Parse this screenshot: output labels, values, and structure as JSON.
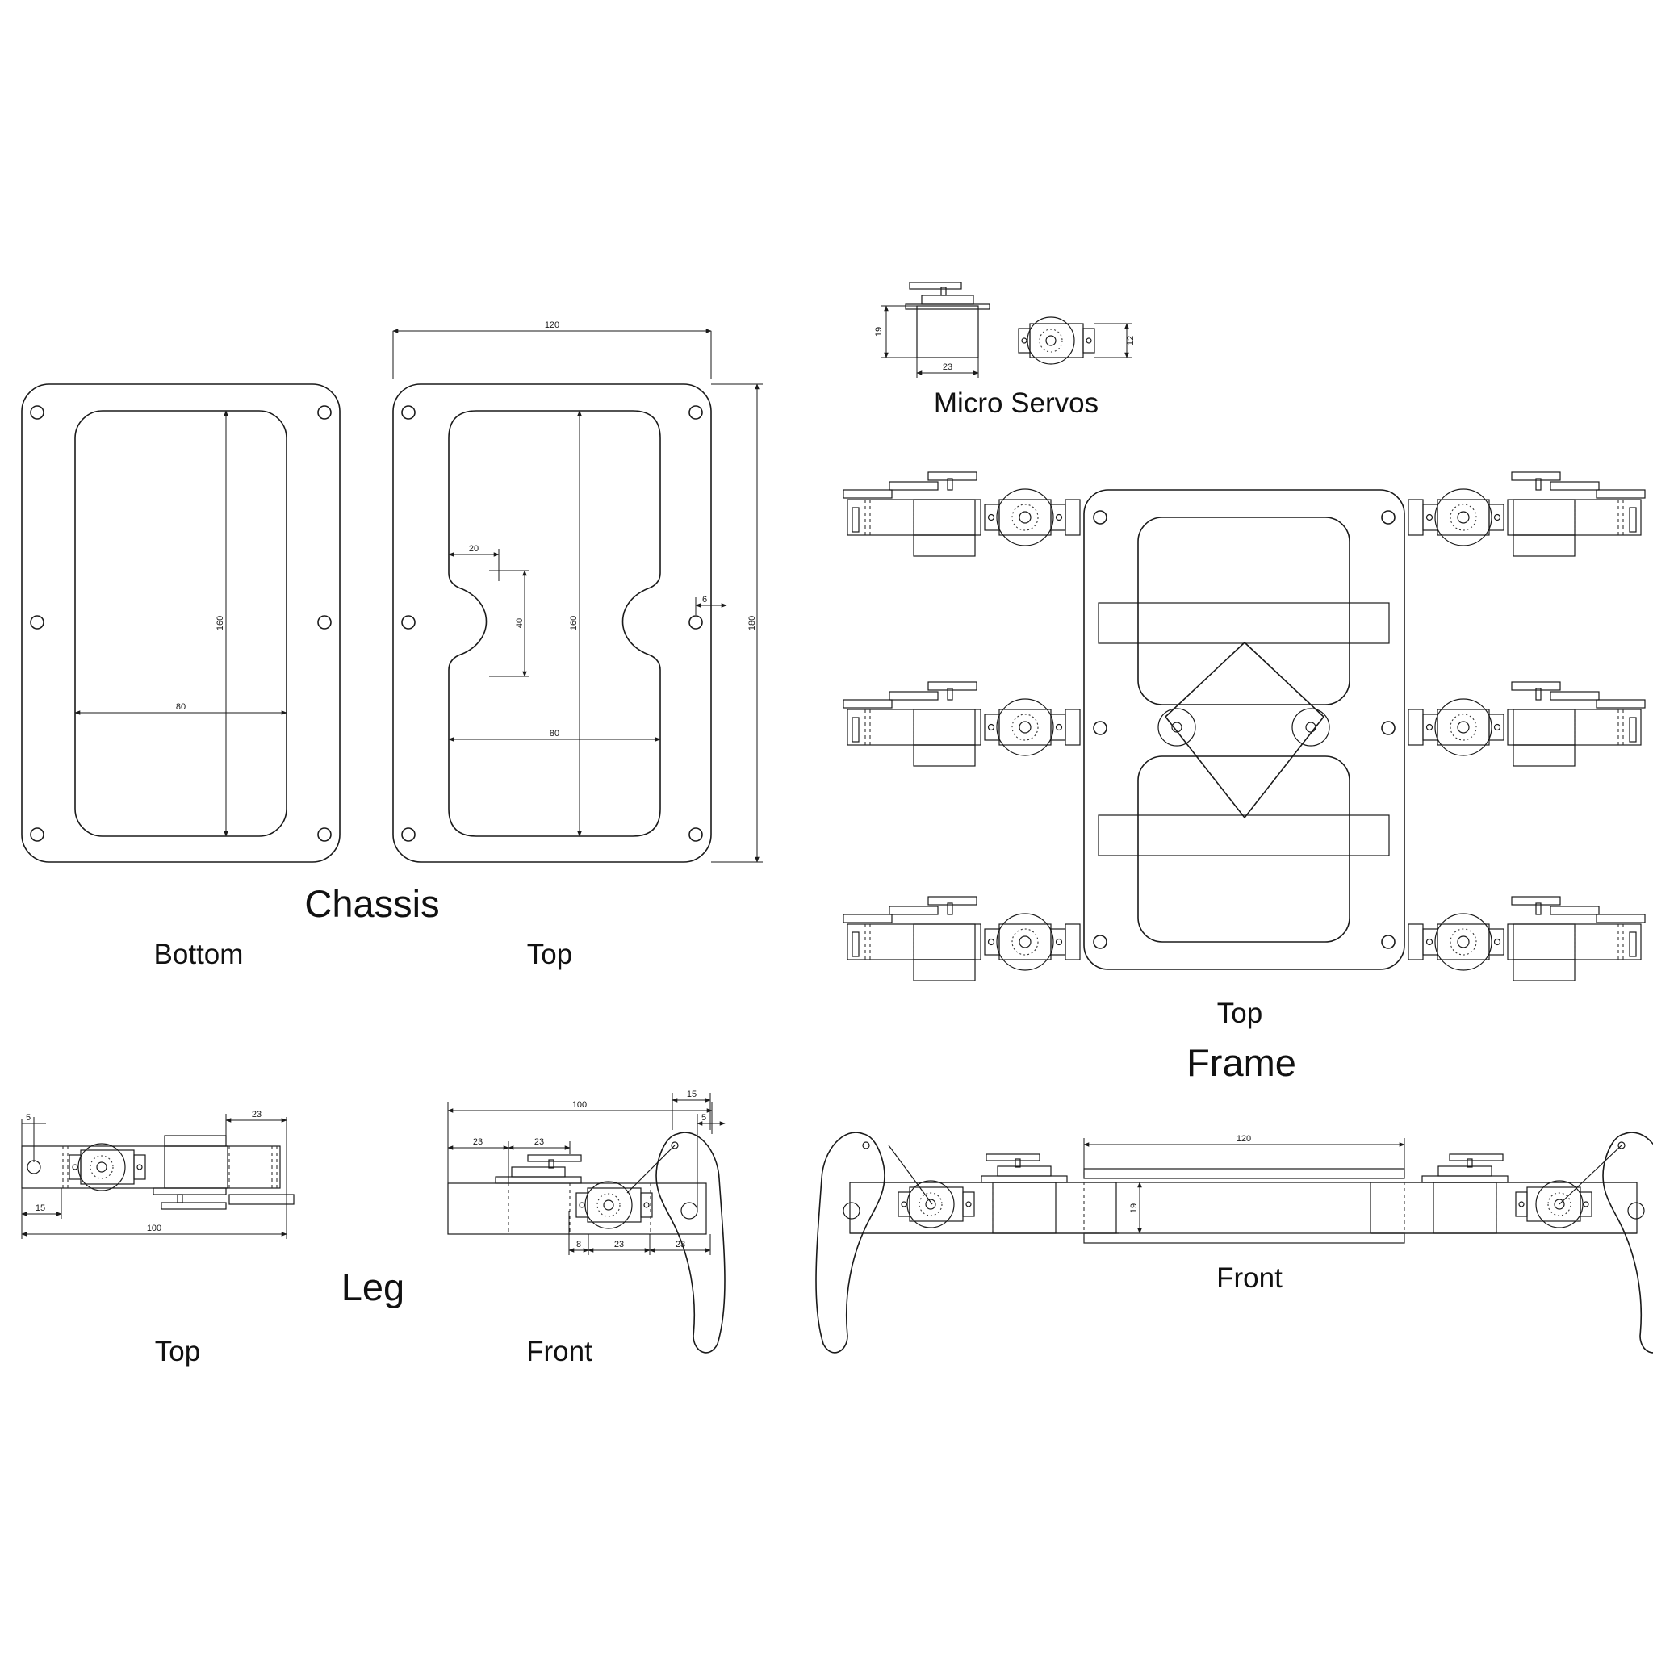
{
  "titles": {
    "chassis": "Chassis",
    "frame": "Frame",
    "leg": "Leg",
    "micro_servos": "Micro Servos"
  },
  "views": {
    "chassis_bottom": "Bottom",
    "chassis_top": "Top",
    "frame_top": "Top",
    "frame_front": "Front",
    "leg_top": "Top",
    "leg_front": "Front"
  },
  "dimensions": {
    "chassis_bottom_height": "160",
    "chassis_bottom_width": "80",
    "chassis_top_width": "120",
    "chassis_top_height": "180",
    "chassis_top_inner_height": "160",
    "chassis_top_inner_width": "80",
    "chassis_top_notch_depth": "20",
    "chassis_top_notch_height": "40",
    "chassis_top_hole_offset": "6",
    "servo_height": "19",
    "servo_width": "23",
    "servo_depth": "12",
    "leg_top_hole": "5",
    "leg_top_offset": "15",
    "leg_top_length": "100",
    "leg_top_servo": "23",
    "leg_front_length": "100",
    "leg_front_a": "23",
    "leg_front_b": "23",
    "leg_front_c": "8",
    "leg_front_d": "23",
    "leg_front_e": "23",
    "leg_front_foot": "15",
    "leg_front_hole": "5",
    "frame_front_length": "120",
    "frame_front_height": "19"
  }
}
